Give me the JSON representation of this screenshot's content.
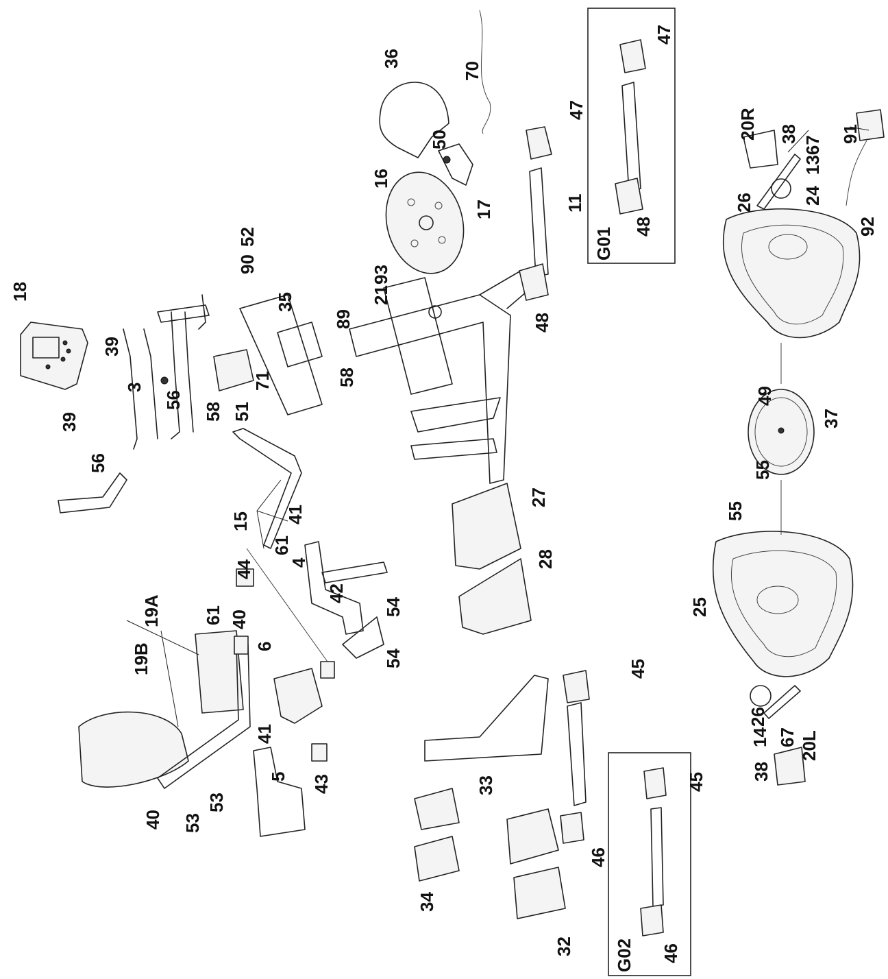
{
  "labels": {
    "l18": "18",
    "l39a": "39",
    "l3": "3",
    "l56a": "56",
    "l39b": "39",
    "l56b": "56",
    "l52": "52",
    "l90": "90",
    "l35": "35",
    "l58a": "58",
    "l51": "51",
    "l71": "71",
    "l89": "89",
    "l58b": "58",
    "l21": "21",
    "l93": "93",
    "l36": "36",
    "l70": "70",
    "l16": "16",
    "l50": "50",
    "l17": "17",
    "l47a": "47",
    "l11": "11",
    "l48a": "48",
    "lG01": "G01",
    "l47b": "47",
    "l48b": "48",
    "l20R": "20R",
    "l38a": "38",
    "l1367": "1367",
    "l91": "91",
    "l26a": "26",
    "l24": "24",
    "l92": "92",
    "l15": "15",
    "l41a": "41",
    "l61a": "61",
    "l4": "4",
    "l44": "44",
    "l61b": "61",
    "l19A": "19A",
    "l40a": "40",
    "l19B": "19B",
    "l6": "6",
    "l42": "42",
    "l54a": "54",
    "l54b": "54",
    "l41b": "41",
    "l5": "5",
    "l43": "43",
    "l40b": "40",
    "l53a": "53",
    "l53b": "53",
    "l27": "27",
    "l28": "28",
    "l49": "49",
    "l37": "37",
    "l55a": "55",
    "l55b": "55",
    "l25": "25",
    "l45a": "45",
    "l33": "33",
    "l34": "34",
    "l46a": "46",
    "l32": "32",
    "lG02": "G02",
    "l45b": "45",
    "l46b": "46",
    "l26b": "26",
    "l14": "14",
    "l67": "67",
    "l38b": "38",
    "l20L": "20L"
  }
}
